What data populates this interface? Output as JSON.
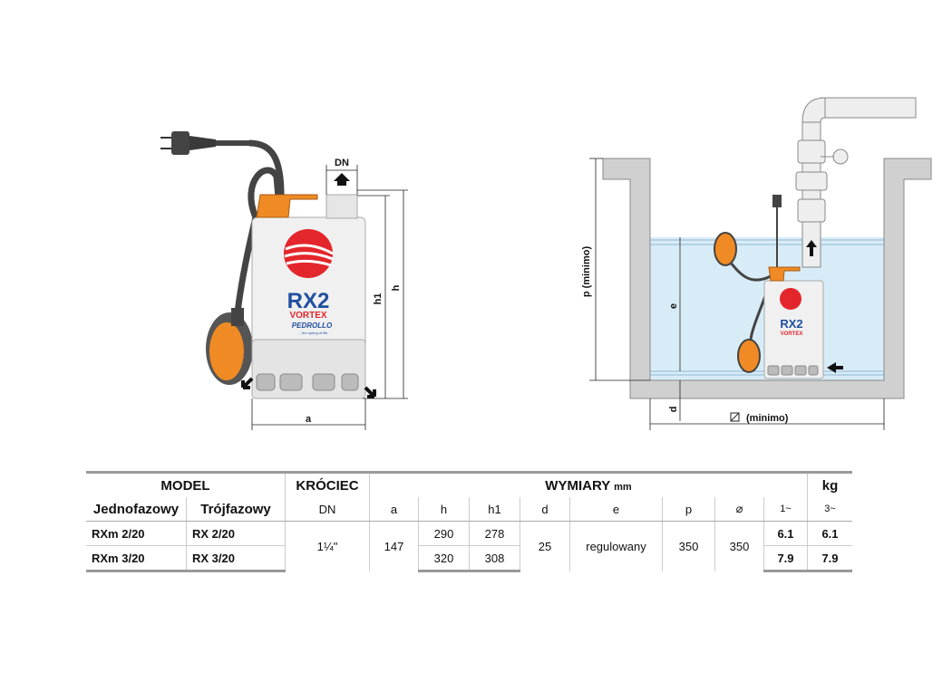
{
  "drawing_left": {
    "dim_labels": {
      "dn": "DN",
      "h": "h",
      "h1": "h1",
      "a": "a"
    },
    "logo": {
      "model": "RX2",
      "series": "VORTEX",
      "brand": "PEDROLLO",
      "tagline": "... the spring of life"
    }
  },
  "drawing_right": {
    "dim_labels": {
      "p": "p  (minimo)",
      "e": "e",
      "d": "d",
      "diameter": "(minimo)"
    },
    "logo": {
      "model": "RX2",
      "series": "VORTEX"
    }
  },
  "table": {
    "model_header": "MODEL",
    "model_single": "Jednofazowy",
    "model_three": "Trójfazowy",
    "connector_header": "KRÓCIEC",
    "connector_sub": "DN",
    "dims_header": "WYMIARY",
    "dims_unit": "mm",
    "dim_cols": [
      "a",
      "h",
      "h1",
      "d",
      "e",
      "p",
      "⌀"
    ],
    "kg_header": "kg",
    "kg_cols": [
      "1~",
      "3~"
    ],
    "rows": [
      {
        "single": "RXm 2/20",
        "three": "RX 2/20",
        "h": "290",
        "h1": "278",
        "kg1": "6.1",
        "kg3": "6.1"
      },
      {
        "single": "RXm 3/20",
        "three": "RX 3/20",
        "h": "320",
        "h1": "308",
        "kg1": "7.9",
        "kg3": "7.9"
      }
    ],
    "shared": {
      "dn": "1¼\"",
      "a": "147",
      "d": "25",
      "e": "regulowany",
      "p": "350",
      "dia": "350"
    }
  },
  "colors": {
    "orange": "#f08a24",
    "red": "#e3262b",
    "blue": "#1f4fa0",
    "water": "#d8ecf7",
    "concrete": "#d0d0d0"
  }
}
